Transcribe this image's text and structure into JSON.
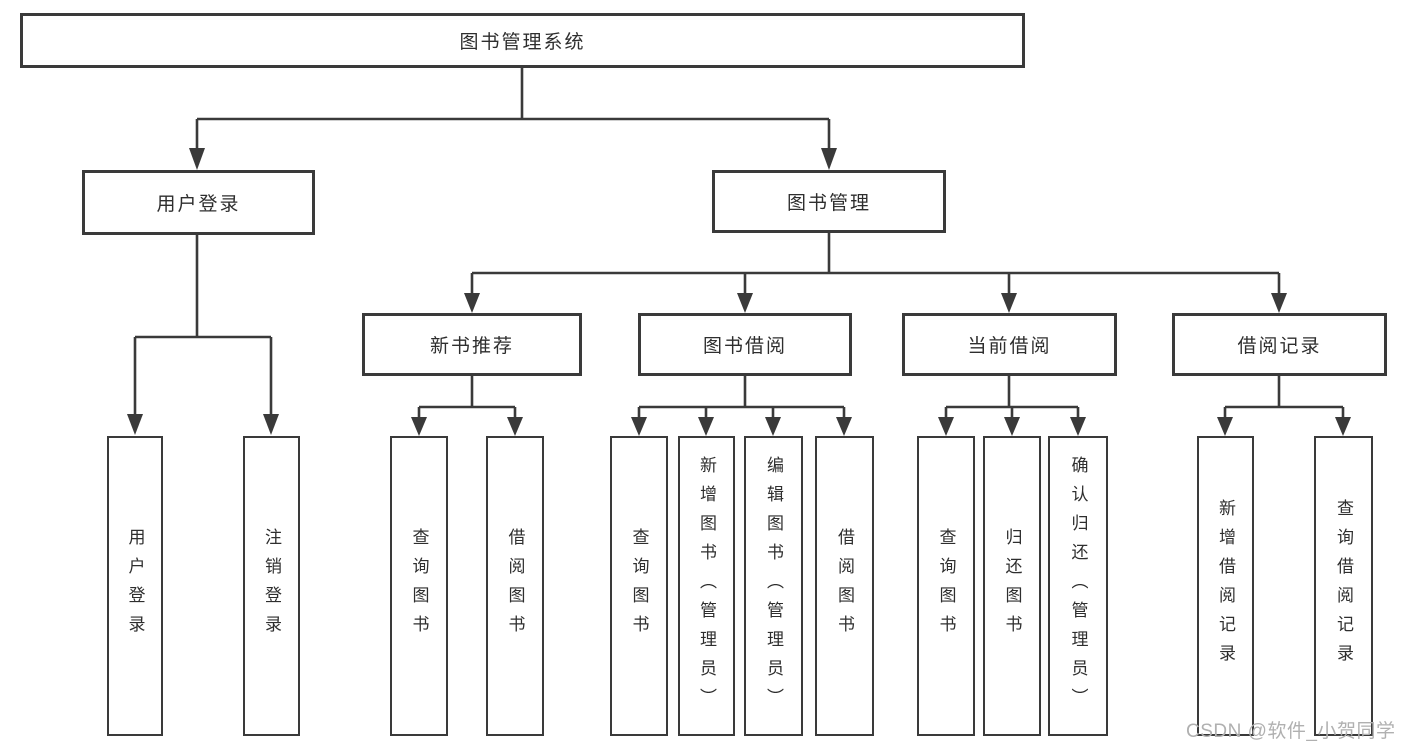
{
  "tree": {
    "root": "图书管理系统",
    "branches": [
      {
        "label": "用户登录",
        "children": [
          "用户登录",
          "注销登录"
        ]
      },
      {
        "label": "图书管理",
        "groups": [
          {
            "label": "新书推荐",
            "children": [
              "查询图书",
              "借阅图书"
            ]
          },
          {
            "label": "图书借阅",
            "children": [
              "查询图书",
              "新增图书（管理员）",
              "编辑图书（管理员）",
              "借阅图书"
            ]
          },
          {
            "label": "当前借阅",
            "children": [
              "查询图书",
              "归还图书",
              "确认归还（管理员）"
            ]
          },
          {
            "label": "借阅记录",
            "children": [
              "新增借阅记录",
              "查询借阅记录"
            ]
          }
        ]
      }
    ]
  },
  "watermark": "CSDN @软件_小贺同学",
  "colors": {
    "line": "#3a3a3a",
    "box_border": "#3a3a3a",
    "box_fill": "#ffffff",
    "text": "#2e2e2e",
    "watermark": "#b0b0b0",
    "background": "#ffffff"
  }
}
